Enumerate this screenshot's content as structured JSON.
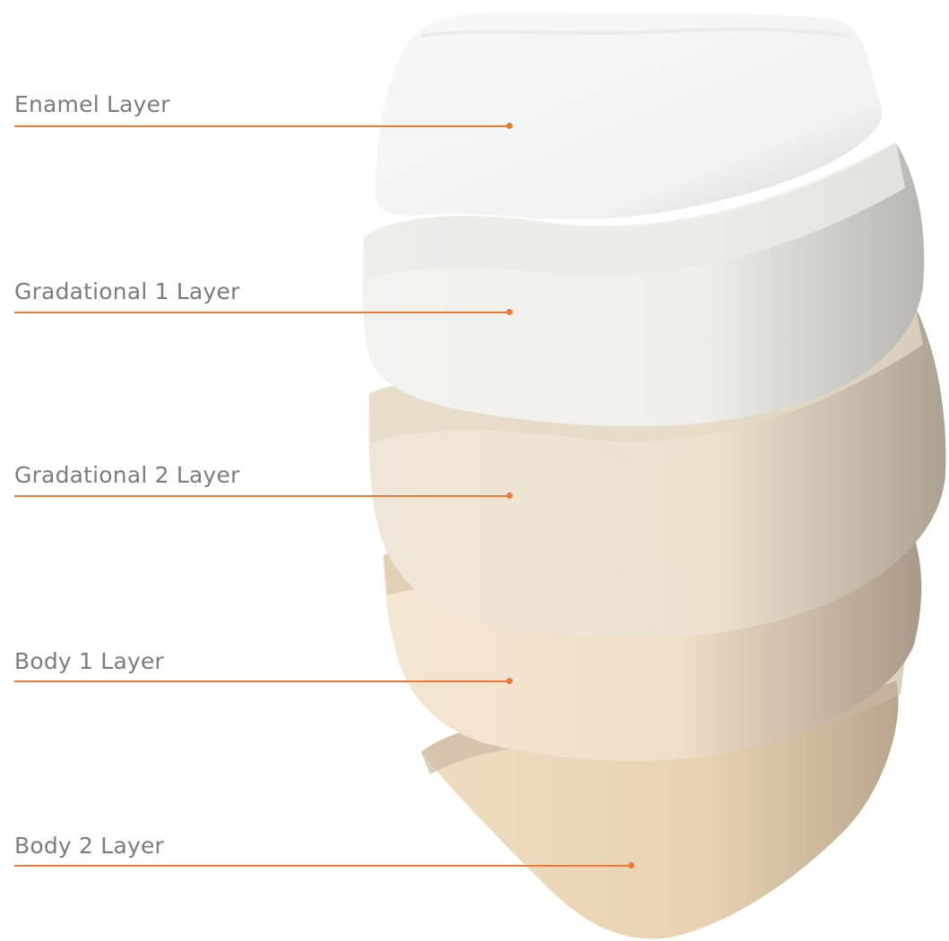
{
  "diagram": {
    "layers": [
      {
        "id": "enamel",
        "label": "Enamel Layer",
        "color": "#f4f6f6"
      },
      {
        "id": "grad1",
        "label": "Gradational 1 Layer",
        "color": "#f2f0ea"
      },
      {
        "id": "grad2",
        "label": "Gradational 2 Layer",
        "color": "#ede3d2"
      },
      {
        "id": "body1",
        "label": "Body 1 Layer",
        "color": "#eddcc3"
      },
      {
        "id": "body2",
        "label": "Body 2 Layer",
        "color": "#e8d3b5"
      }
    ],
    "leader_color": "#ee7a3a",
    "label_color": "#7c7c7c"
  }
}
